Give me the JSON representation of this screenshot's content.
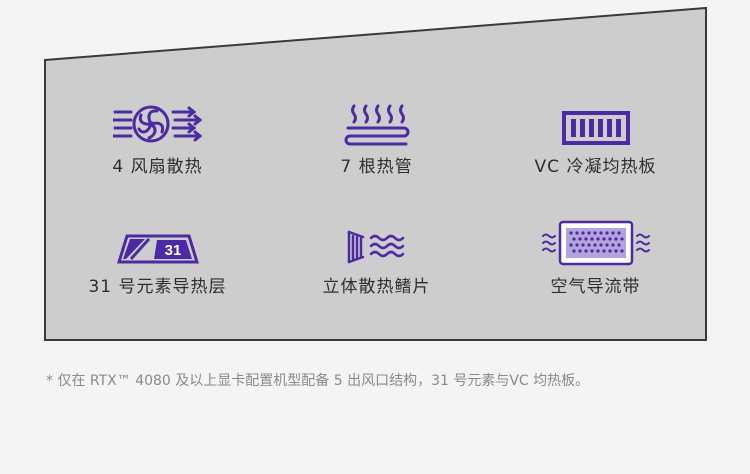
{
  "colors": {
    "accent": "#4b2aa3",
    "panel_fill": "#cdcdcd",
    "panel_border": "#3a3a3a",
    "label_text": "#2e2e2e",
    "footnote_text": "#8a8a8a"
  },
  "features": [
    {
      "label": "4 风扇散热",
      "icon": "fan-icon"
    },
    {
      "label": "7 根热管",
      "icon": "heat-pipe-icon"
    },
    {
      "label": "VC 冷凝均热板",
      "icon": "vapor-chamber-icon"
    },
    {
      "label": "31 号元素导热层",
      "icon": "thermal-layer-icon",
      "icon_text": "31"
    },
    {
      "label": "立体散热鳍片",
      "icon": "fins-icon"
    },
    {
      "label": "空气导流带",
      "icon": "air-guide-icon"
    }
  ],
  "footnote": "* 仅在 RTX™ 4080 及以上显卡配置机型配备 5 出风口结构，31 号元素与VC 均热板。"
}
